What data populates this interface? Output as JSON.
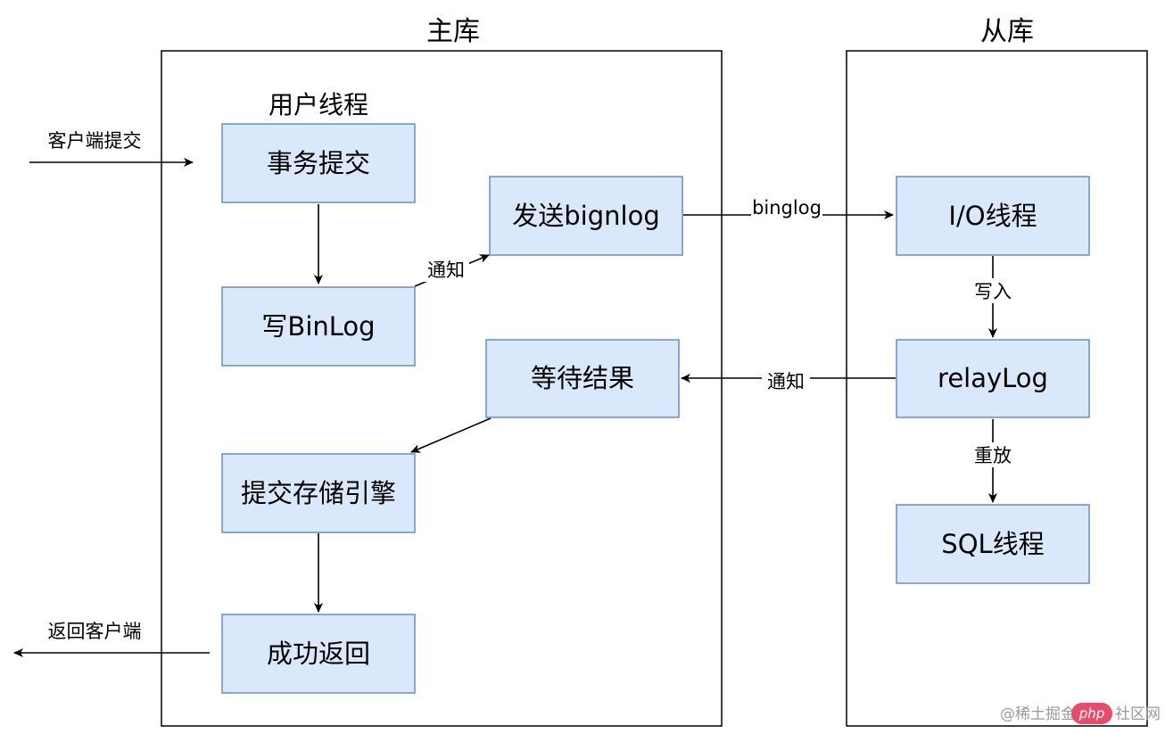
{
  "colors": {
    "node_fill": "#dae8fc",
    "node_border": "#6c8ebf",
    "line": "#000000",
    "watermark_text": "#9a9a9a",
    "watermark_badge": "#e84c6d"
  },
  "containers": {
    "master": {
      "title": "主库"
    },
    "slave": {
      "title": "从库"
    }
  },
  "groups": {
    "user_thread": {
      "title": "用户线程"
    }
  },
  "nodes": {
    "commit_tx": {
      "label": "事务提交"
    },
    "write_binlog": {
      "label": "写BinLog"
    },
    "send_binlog": {
      "label": "发送bignlog"
    },
    "wait_result": {
      "label": "等待结果"
    },
    "commit_engine": {
      "label": "提交存储引擎"
    },
    "success_return": {
      "label": "成功返回"
    },
    "io_thread": {
      "label": "I/O线程"
    },
    "relay_log": {
      "label": "relayLog"
    },
    "sql_thread": {
      "label": "SQL线程"
    }
  },
  "edges": {
    "client_commit": {
      "label": "客户端提交"
    },
    "notify_send": {
      "label": "通知"
    },
    "binlog_transfer": {
      "label": "binglog"
    },
    "write_in": {
      "label": "写入"
    },
    "notify_wait": {
      "label": "通知"
    },
    "replay": {
      "label": "重放"
    },
    "return_client": {
      "label": "返回客户端"
    }
  },
  "watermark": {
    "prefix": "@稀土掘金",
    "badge": "php",
    "suffix": "社区网"
  }
}
